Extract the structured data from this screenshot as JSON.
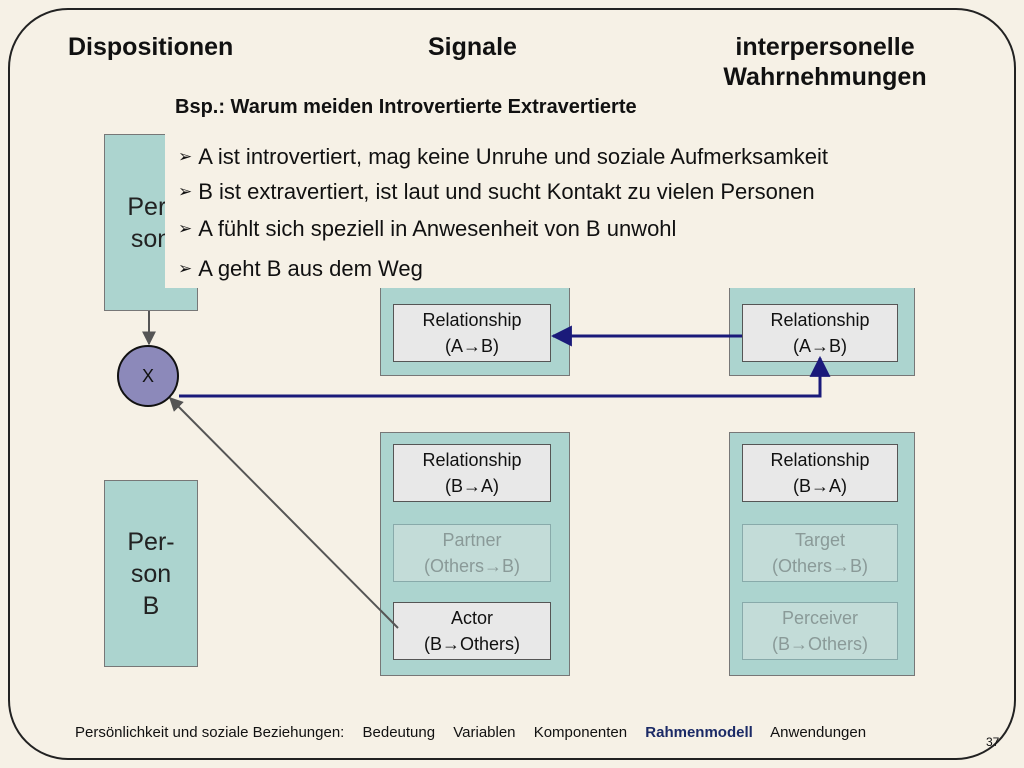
{
  "headers": {
    "dispositions": "Dispositionen",
    "signals": "Signale",
    "perceptions_line1": "interpersonelle",
    "perceptions_line2": "Wahrnehmungen"
  },
  "persons": {
    "a_line1": "Per-",
    "a_line2": "son",
    "b_line1": "Per-",
    "b_line2": "son",
    "b_line3": "B"
  },
  "x_node": "X",
  "signals_top": {
    "relationship_label": "Relationship",
    "relationship_dir": "(A→B)"
  },
  "perceptions_top": {
    "relationship_label": "Relationship",
    "relationship_dir": "(A→B)"
  },
  "signals_bottom": {
    "relationship_label": "Relationship",
    "relationship_dir": "(B→A)",
    "partner_label": "Partner",
    "partner_dir": "(Others→B)",
    "actor_label": "Actor",
    "actor_dir": "(B→Others)"
  },
  "perceptions_bottom": {
    "relationship_label": "Relationship",
    "relationship_dir": "(B→A)",
    "target_label": "Target",
    "target_dir": "(Others→B)",
    "perceiver_label": "Perceiver",
    "perceiver_dir": "(B→Others)"
  },
  "example": {
    "title": "Bsp.: Warum meiden Introvertierte Extravertierte",
    "bullets": [
      "A ist introvertiert, mag keine Unruhe und soziale Aufmerksamkeit",
      "B ist extravertiert, ist laut und sucht Kontakt zu vielen Personen",
      "A fühlt sich speziell in Anwesenheit von B unwohl",
      "A geht B aus dem Weg"
    ]
  },
  "footer": {
    "prefix": "Persönlichkeit und soziale Beziehungen:",
    "items": [
      "Bedeutung",
      "Variablen",
      "Komponenten",
      "Rahmenmodell",
      "Anwendungen"
    ],
    "active": "Rahmenmodell"
  },
  "page_number": "37",
  "colors": {
    "panel": "#acd4cf",
    "x_node": "#8c89ba",
    "arrow_blue": "#1a1a7a",
    "active_nav": "#1b2a66"
  }
}
